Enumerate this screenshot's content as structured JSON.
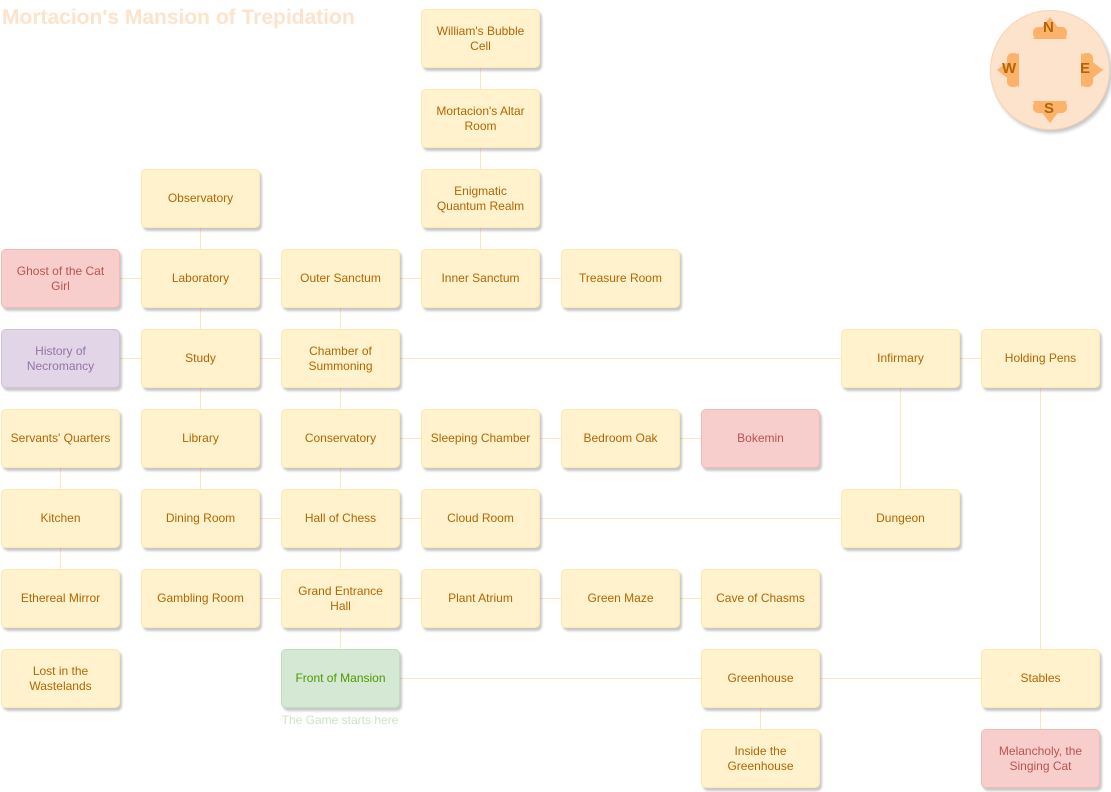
{
  "map": {
    "title": "Mortacion's Mansion of Trepidation",
    "start_caption": "The Game starts here",
    "compass": {
      "n": "N",
      "s": "S",
      "e": "E",
      "w": "W"
    }
  },
  "rooms": [
    {
      "id": "bubble_cell",
      "label": "William's Bubble Cell",
      "type": "normal"
    },
    {
      "id": "altar_room",
      "label": "Mortacion's Altar Room",
      "type": "normal"
    },
    {
      "id": "quantum_realm",
      "label": "Enigmatic Quantum Realm",
      "type": "normal"
    },
    {
      "id": "observatory",
      "label": "Observatory",
      "type": "normal"
    },
    {
      "id": "ghost_cat_girl",
      "label": "Ghost of the Cat Girl",
      "type": "danger"
    },
    {
      "id": "laboratory",
      "label": "Laboratory",
      "type": "normal"
    },
    {
      "id": "outer_sanctum",
      "label": "Outer Sanctum",
      "type": "normal"
    },
    {
      "id": "inner_sanctum",
      "label": "Inner Sanctum",
      "type": "normal"
    },
    {
      "id": "treasure_room",
      "label": "Treasure Room",
      "type": "normal"
    },
    {
      "id": "history_necromancy",
      "label": "History of Necromancy",
      "type": "lore"
    },
    {
      "id": "study",
      "label": "Study",
      "type": "normal"
    },
    {
      "id": "chamber_summoning",
      "label": "Chamber of Summoning",
      "type": "normal"
    },
    {
      "id": "infirmary",
      "label": "Infirmary",
      "type": "normal"
    },
    {
      "id": "holding_pens",
      "label": "Holding Pens",
      "type": "normal"
    },
    {
      "id": "servants_quarters",
      "label": "Servants' Quarters",
      "type": "normal"
    },
    {
      "id": "library",
      "label": "Library",
      "type": "normal"
    },
    {
      "id": "conservatory",
      "label": "Conservatory",
      "type": "normal"
    },
    {
      "id": "sleeping_chamber",
      "label": "Sleeping Chamber",
      "type": "normal"
    },
    {
      "id": "bedroom_oak",
      "label": "Bedroom Oak",
      "type": "normal"
    },
    {
      "id": "bokemin",
      "label": "Bokemin",
      "type": "danger"
    },
    {
      "id": "kitchen",
      "label": "Kitchen",
      "type": "normal"
    },
    {
      "id": "dining_room",
      "label": "Dining Room",
      "type": "normal"
    },
    {
      "id": "hall_chess",
      "label": "Hall of Chess",
      "type": "normal"
    },
    {
      "id": "cloud_room",
      "label": "Cloud Room",
      "type": "normal"
    },
    {
      "id": "dungeon",
      "label": "Dungeon",
      "type": "normal"
    },
    {
      "id": "ethereal_mirror",
      "label": "Ethereal Mirror",
      "type": "normal"
    },
    {
      "id": "gambling_room",
      "label": "Gambling Room",
      "type": "normal"
    },
    {
      "id": "grand_entrance",
      "label": "Grand Entrance Hall",
      "type": "normal"
    },
    {
      "id": "plant_atrium",
      "label": "Plant Atrium",
      "type": "normal"
    },
    {
      "id": "green_maze",
      "label": "Green Maze",
      "type": "normal"
    },
    {
      "id": "cave_chasms",
      "label": "Cave of Chasms",
      "type": "normal"
    },
    {
      "id": "lost_wastelands",
      "label": "Lost in the Wastelands",
      "type": "normal"
    },
    {
      "id": "front_mansion",
      "label": "Front of Mansion",
      "type": "start"
    },
    {
      "id": "greenhouse",
      "label": "Greenhouse",
      "type": "normal"
    },
    {
      "id": "stables",
      "label": "Stables",
      "type": "normal"
    },
    {
      "id": "inside_greenhouse",
      "label": "Inside the Greenhouse",
      "type": "normal"
    },
    {
      "id": "melancholy",
      "label": "Melancholy, the Singing Cat",
      "type": "danger"
    }
  ],
  "connections": [
    [
      "bubble_cell",
      "altar_room"
    ],
    [
      "altar_room",
      "quantum_realm"
    ],
    [
      "quantum_realm",
      "inner_sanctum"
    ],
    [
      "observatory",
      "laboratory"
    ],
    [
      "ghost_cat_girl",
      "laboratory"
    ],
    [
      "laboratory",
      "outer_sanctum"
    ],
    [
      "outer_sanctum",
      "inner_sanctum"
    ],
    [
      "inner_sanctum",
      "treasure_room"
    ],
    [
      "laboratory",
      "study"
    ],
    [
      "outer_sanctum",
      "chamber_summoning"
    ],
    [
      "history_necromancy",
      "study"
    ],
    [
      "study",
      "chamber_summoning"
    ],
    [
      "chamber_summoning",
      "infirmary"
    ],
    [
      "infirmary",
      "holding_pens"
    ],
    [
      "study",
      "library"
    ],
    [
      "chamber_summoning",
      "conservatory"
    ],
    [
      "conservatory",
      "sleeping_chamber"
    ],
    [
      "sleeping_chamber",
      "bedroom_oak"
    ],
    [
      "bedroom_oak",
      "bokemin"
    ],
    [
      "infirmary",
      "dungeon"
    ],
    [
      "servants_quarters",
      "kitchen"
    ],
    [
      "library",
      "dining_room"
    ],
    [
      "conservatory",
      "hall_chess"
    ],
    [
      "dining_room",
      "hall_chess"
    ],
    [
      "hall_chess",
      "cloud_room"
    ],
    [
      "cloud_room",
      "dungeon"
    ],
    [
      "kitchen",
      "ethereal_mirror"
    ],
    [
      "hall_chess",
      "grand_entrance"
    ],
    [
      "gambling_room",
      "grand_entrance"
    ],
    [
      "grand_entrance",
      "plant_atrium"
    ],
    [
      "plant_atrium",
      "green_maze"
    ],
    [
      "green_maze",
      "cave_chasms"
    ],
    [
      "grand_entrance",
      "front_mansion"
    ],
    [
      "front_mansion",
      "greenhouse"
    ],
    [
      "greenhouse",
      "stables"
    ],
    [
      "greenhouse",
      "inside_greenhouse"
    ],
    [
      "holding_pens",
      "stables"
    ],
    [
      "stables",
      "melancholy"
    ]
  ]
}
